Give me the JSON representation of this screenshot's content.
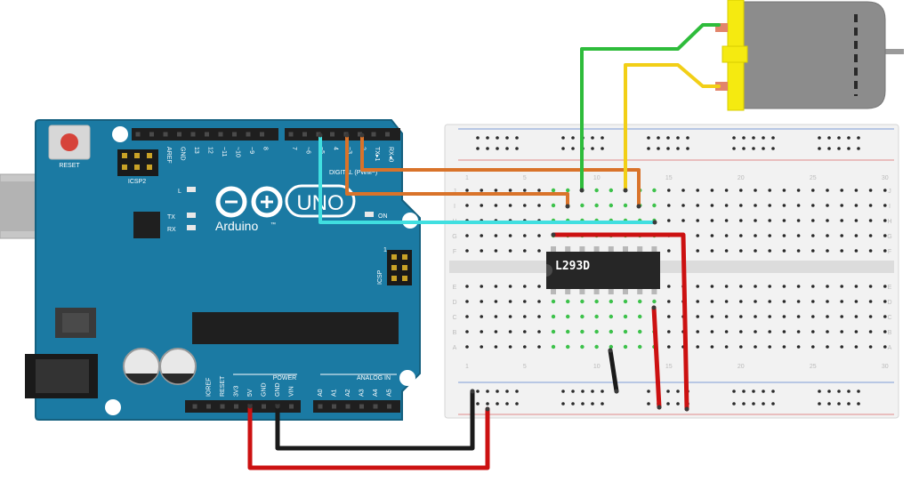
{
  "board": {
    "reset_label": "RESET",
    "icsp2_label": "ICSP2",
    "icsp_label": "ICSP",
    "icsp_pin1": "1",
    "led_l": "L",
    "led_tx": "TX",
    "led_rx": "RX",
    "on_label": "ON",
    "logo_text": "Arduino",
    "tm": "™",
    "uno_label": "UNO",
    "digital_label": "DIGITAL (PWM~)",
    "power_label": "POWER",
    "analog_label": "ANALOG IN",
    "top_pins": [
      "AREF",
      "GND",
      "13",
      "12",
      "~11",
      "~10",
      "~9",
      "8",
      "7",
      "~6",
      "~5",
      "4",
      "~3",
      "2",
      "TX▸1",
      "RX◂0"
    ],
    "power_pins": [
      "IOREF",
      "RESET",
      "3V3",
      "5V",
      "GND",
      "GND",
      "VIN"
    ],
    "analog_pins": [
      "A0",
      "A1",
      "A2",
      "A3",
      "A4",
      "A5"
    ]
  },
  "chip": {
    "label": "L293D"
  },
  "breadboard": {
    "col_numbers": [
      "1",
      "5",
      "10",
      "15",
      "20",
      "25",
      "30"
    ],
    "row_letters_top": [
      "J",
      "I",
      "H",
      "G",
      "F"
    ],
    "row_letters_bottom": [
      "E",
      "D",
      "C",
      "B",
      "A"
    ]
  },
  "colors": {
    "board": "#1b7aa3",
    "board_edge": "#15607f",
    "wire_red": "#cc1111",
    "wire_black": "#1a1a1a",
    "wire_orange": "#d9732a",
    "wire_cyan": "#40dfe0",
    "wire_green": "#2ebc3b",
    "wire_yellow": "#f2cf17",
    "motor_yellow": "#f5ea10",
    "motor_gray": "#8c8c8c"
  }
}
